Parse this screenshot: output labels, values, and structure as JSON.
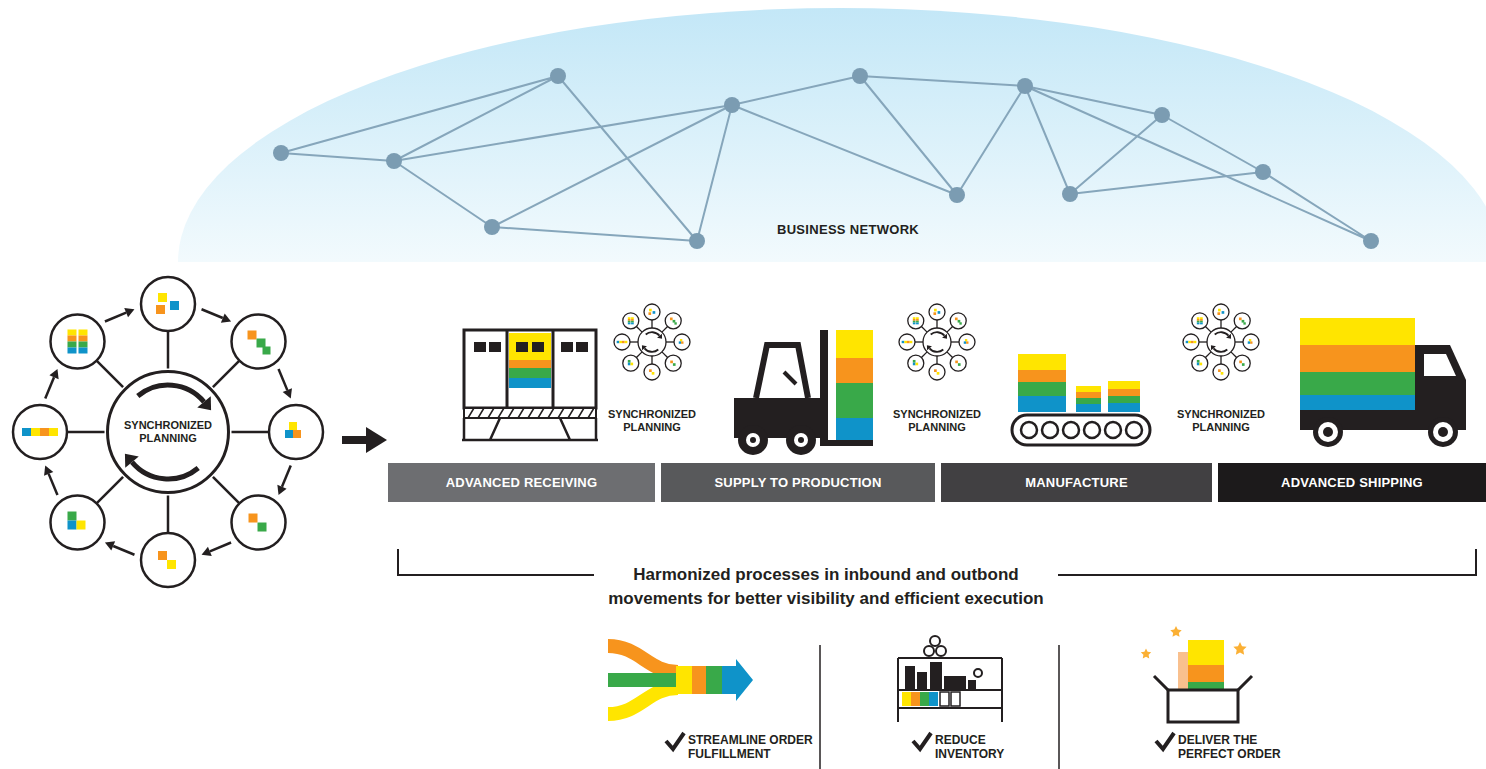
{
  "diagram": {
    "nodes": [
      {
        "text": [
          "BUSINESS NETWORK"
        ]
      },
      {
        "text": [
          "SYNCHRONIZED PLANNING"
        ]
      },
      {
        "text": [
          "ADVANCED RECEIVING"
        ]
      },
      {
        "text": [
          "SUPPLY TO PRODUCTION"
        ]
      },
      {
        "text": [
          "MANUFACTURE"
        ]
      },
      {
        "text": [
          "ADVANCED SHIPPING"
        ]
      }
    ],
    "labels": [
      "SYNCHRONIZED PLANNING",
      "SYNCHRONIZED PLANNING",
      "SYNCHRONIZED PLANNING",
      "Harmonized processes in inbound and outbond movements for better visibility and efficient execution",
      "STREAMLINE ORDER FULFILLMENT",
      "REDUCE INVENTORY",
      "DELIVER THE PERFECT ORDER"
    ]
  }
}
